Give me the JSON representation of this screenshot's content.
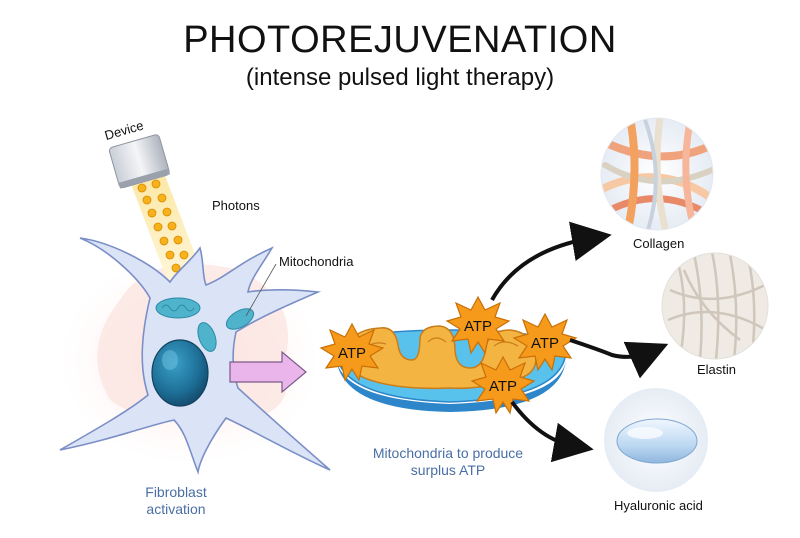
{
  "header": {
    "title": "PHOTOREJUVENATION",
    "subtitle": "(intense pulsed light therapy)"
  },
  "labels": {
    "device": "Device",
    "photons": "Photons",
    "mitochondria": "Mitochondria",
    "fibroblast_line1": "Fibroblast",
    "fibroblast_line2": "activation",
    "produce_line1": "Mitochondria to produce",
    "produce_line2": "surplus ATP",
    "collagen": "Collagen",
    "elastin": "Elastin",
    "hyaluronic": "Hyaluronic acid",
    "atp": [
      "ATP",
      "ATP",
      "ATP",
      "ATP"
    ]
  },
  "colors": {
    "cell_fill": "#dbe4f7",
    "cell_stroke": "#7b8fc7",
    "nucleus": "#1d6e96",
    "mitochondria": "#4fb3cc",
    "atp_burst": "#f59a1b",
    "arrow_pink": "#e9b5ea",
    "photon": "#f6b21a",
    "label_blue": "#4a6fa5"
  }
}
